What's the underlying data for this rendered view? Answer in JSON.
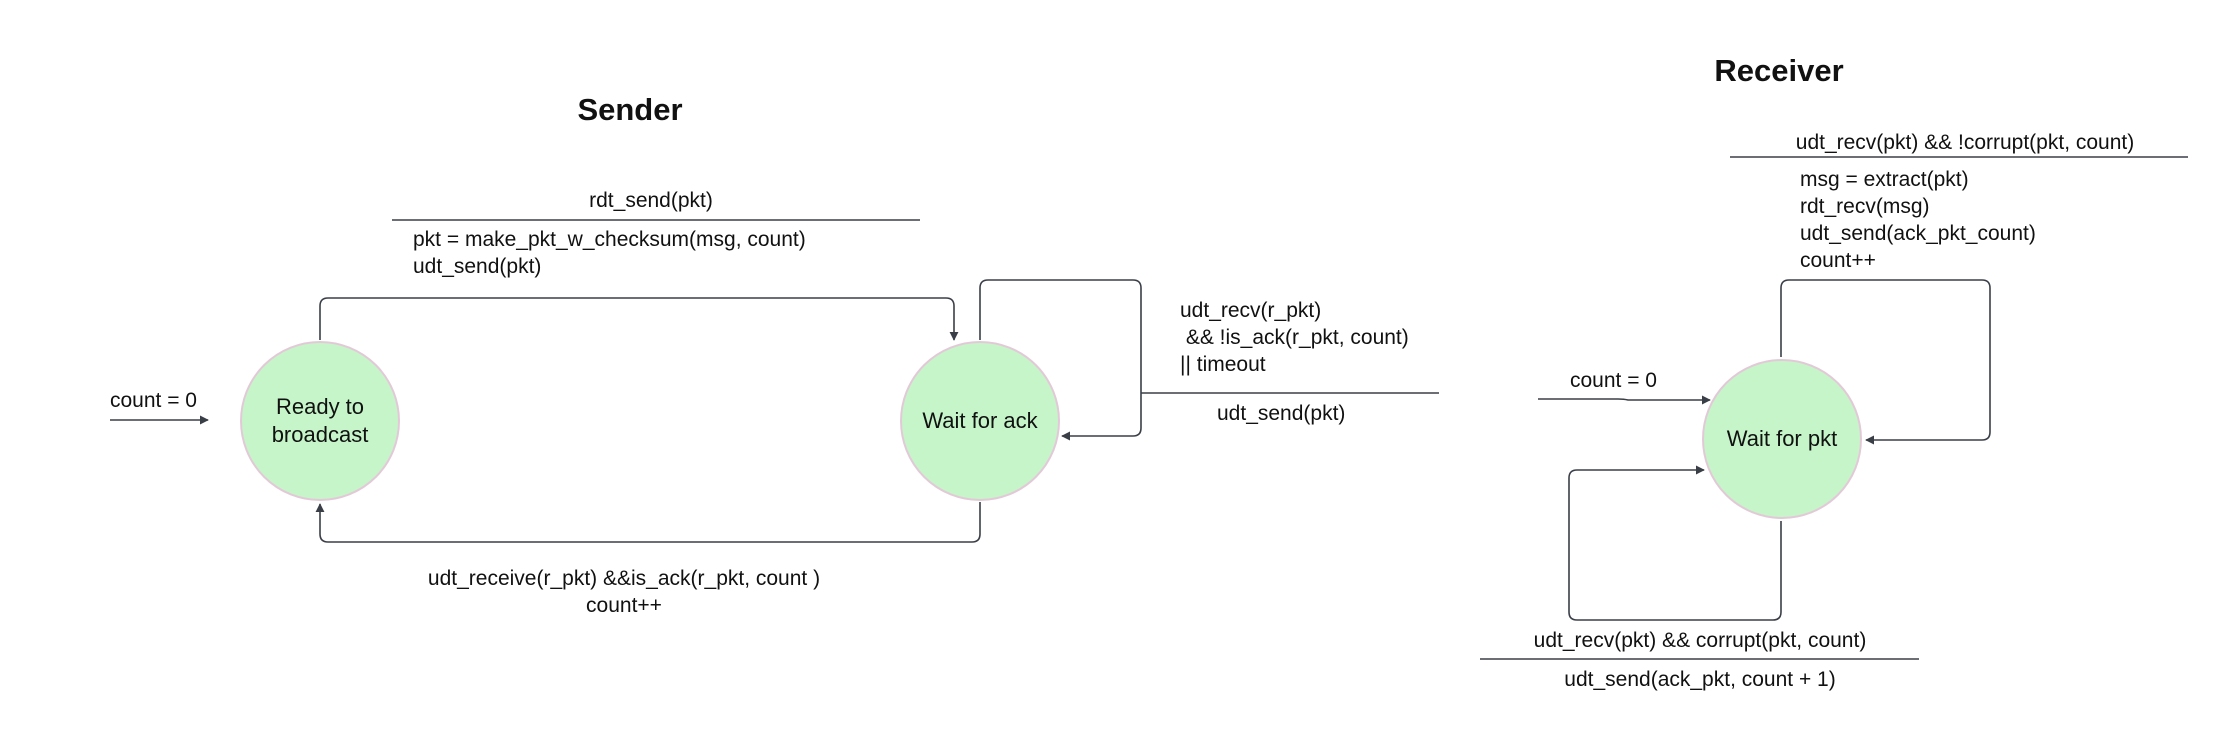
{
  "sender": {
    "title": "Sender",
    "init_label": "count = 0",
    "states": {
      "ready": "Ready to\nbroadcast",
      "wait_ack": "Wait for ack"
    },
    "transitions": {
      "send": {
        "event": "rdt_send(pkt)",
        "action": "pkt = make_pkt_w_checksum(msg, count)\nudt_send(pkt)"
      },
      "resend": {
        "event": "udt_recv(r_pkt)\n && !is_ack(r_pkt, count)\n|| timeout",
        "action": "udt_send(pkt)"
      },
      "ack": {
        "event": "udt_receive(r_pkt) &&is_ack(r_pkt, count )",
        "action": "count++"
      }
    }
  },
  "receiver": {
    "title": "Receiver",
    "init_label": "count = 0",
    "states": {
      "wait_pkt": "Wait for pkt"
    },
    "transitions": {
      "good": {
        "event": "udt_recv(pkt) && !corrupt(pkt, count)",
        "action": "msg = extract(pkt)\nrdt_recv(msg)\nudt_send(ack_pkt_count)\ncount++"
      },
      "corrupt": {
        "event": "udt_recv(pkt) && corrupt(pkt, count)",
        "action": "udt_send(ack_pkt, count + 1)"
      }
    }
  }
}
